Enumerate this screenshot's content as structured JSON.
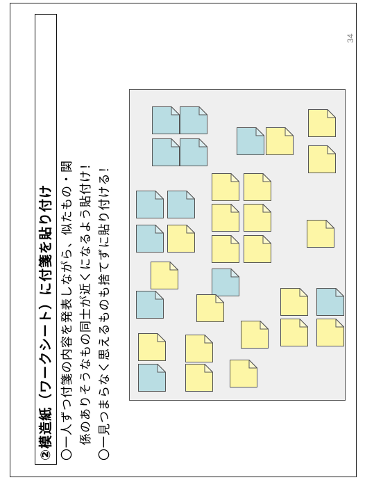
{
  "page": {
    "number": "34"
  },
  "slide": {
    "title": "②模造紙（ワークシート）に付箋を貼り付け",
    "lines": [
      "〇一人ずつ付箋の内容を発表しながら、似たもの・関",
      "係のありそうなもの同士が近くになるよう貼付け！",
      "〇一見つまらなく思えるものも捨てずに貼り付ける！"
    ]
  },
  "colors": {
    "blue_note": "#b9dde3",
    "yellow_note": "#fdf6a6",
    "board": "#efefef",
    "outline": "#555555"
  },
  "notes": [
    {
      "color": "blue"
    },
    {
      "color": "blue"
    },
    {
      "color": "blue"
    },
    {
      "color": "blue"
    },
    {
      "color": "blue"
    },
    {
      "color": "yellow"
    },
    {
      "color": "yellow"
    },
    {
      "color": "yellow"
    },
    {
      "color": "blue"
    },
    {
      "color": "blue"
    },
    {
      "color": "blue"
    },
    {
      "color": "yellow"
    },
    {
      "color": "yellow"
    },
    {
      "color": "blue"
    },
    {
      "color": "blue"
    },
    {
      "color": "yellow"
    },
    {
      "color": "yellow"
    },
    {
      "color": "blue"
    },
    {
      "color": "yellow"
    },
    {
      "color": "yellow"
    },
    {
      "color": "yellow"
    },
    {
      "color": "yellow"
    },
    {
      "color": "yellow"
    },
    {
      "color": "yellow"
    },
    {
      "color": "yellow"
    },
    {
      "color": "yellow"
    },
    {
      "color": "yellow"
    },
    {
      "color": "yellow"
    },
    {
      "color": "blue"
    },
    {
      "color": "yellow"
    },
    {
      "color": "yellow"
    },
    {
      "color": "yellow"
    },
    {
      "color": "yellow"
    }
  ]
}
